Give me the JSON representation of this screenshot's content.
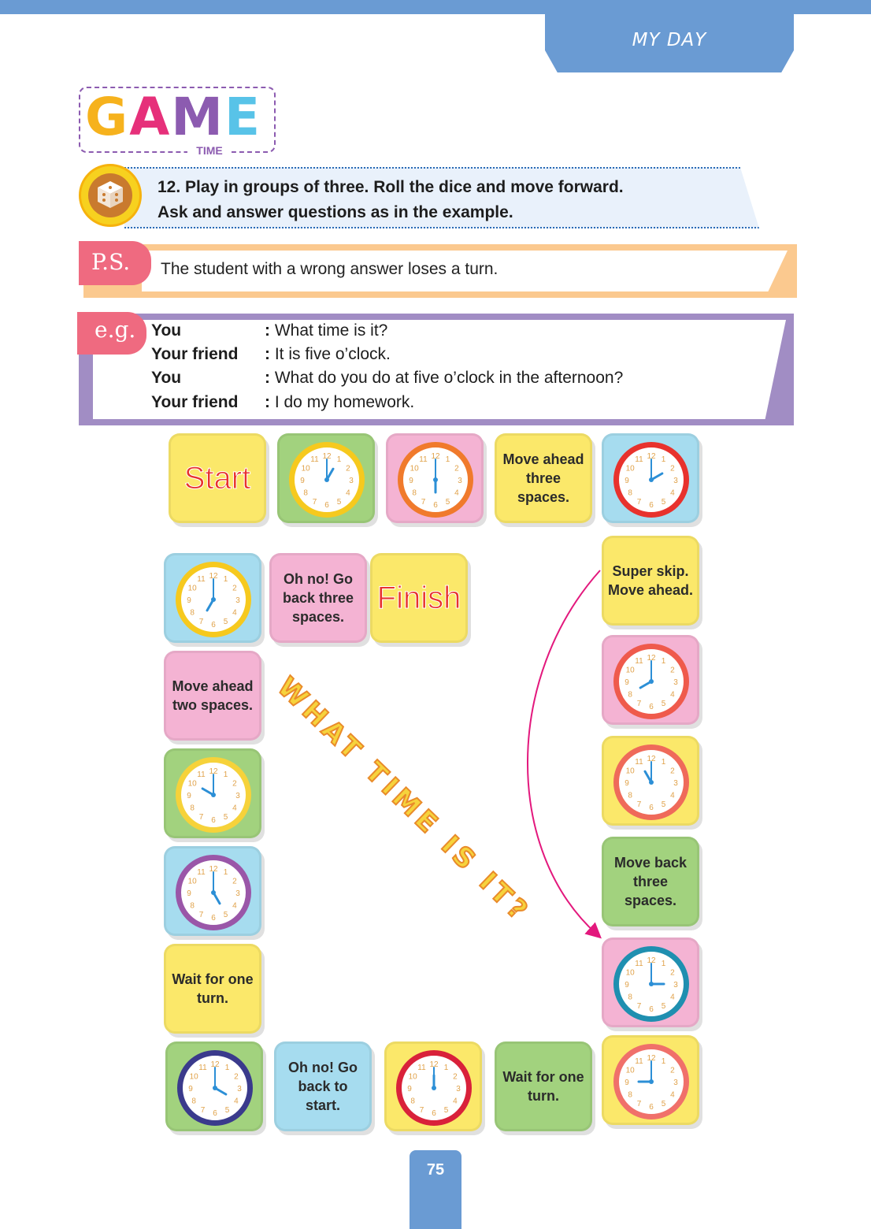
{
  "header": {
    "section_title": "MY DAY"
  },
  "logo": {
    "letters": [
      "G",
      "A",
      "M",
      "E"
    ],
    "letter_colors": [
      "#f6b21d",
      "#e6307a",
      "#8c5bb0",
      "#58c3e8"
    ],
    "sub": "TIME"
  },
  "task": {
    "line1": "12. Play in groups of three. Roll the dice and move forward.",
    "line2": "Ask and answer questions as in the example."
  },
  "ps": {
    "tag": "P.S.",
    "text": "The student with a wrong answer loses a turn."
  },
  "eg": {
    "tag": "e.g.",
    "lines": [
      {
        "speaker": "You",
        "text": "What time is it?"
      },
      {
        "speaker": "Your friend",
        "text": "It is five o’clock."
      },
      {
        "speaker": "You",
        "text": "What do you do at five o’clock in the afternoon?"
      },
      {
        "speaker": "Your friend",
        "text": "I do my homework."
      }
    ]
  },
  "board": {
    "title": "WHAT TIME IS IT?",
    "colors": {
      "yellow": "#fbe86a",
      "green": "#a2d27e",
      "pink": "#f4b3d3",
      "blue": "#a6dcef"
    },
    "tiles": [
      {
        "id": "t1",
        "bg": "yellow",
        "text": "Start",
        "style": "big"
      },
      {
        "id": "t2",
        "bg": "green",
        "clock": {
          "hour": 1,
          "minute": 0,
          "ring": "#f6c91e"
        }
      },
      {
        "id": "t3",
        "bg": "pink",
        "clock": {
          "hour": 6,
          "minute": 0,
          "ring": "#f07a2c"
        }
      },
      {
        "id": "t4",
        "bg": "yellow",
        "text": "Move ahead three spaces."
      },
      {
        "id": "t5",
        "bg": "blue",
        "clock": {
          "hour": 2,
          "minute": 0,
          "ring": "#e8322d"
        }
      },
      {
        "id": "t6",
        "bg": "blue",
        "clock": {
          "hour": 7,
          "minute": 0,
          "ring": "#f6c91e"
        }
      },
      {
        "id": "t7",
        "bg": "pink",
        "text": "Oh no! Go back three spaces."
      },
      {
        "id": "t8",
        "bg": "yellow",
        "text": "Finish",
        "style": "big"
      },
      {
        "id": "t9",
        "bg": "yellow",
        "text": "Super skip. Move ahead."
      },
      {
        "id": "t10",
        "bg": "pink",
        "text": "Move ahead two spaces."
      },
      {
        "id": "t11",
        "bg": "pink",
        "clock": {
          "hour": 8,
          "minute": 0,
          "ring": "#ef5a4c"
        }
      },
      {
        "id": "t12",
        "bg": "green",
        "clock": {
          "hour": 10,
          "minute": 0,
          "ring": "#f6d23a"
        }
      },
      {
        "id": "t13",
        "bg": "yellow",
        "clock": {
          "hour": 11,
          "minute": 0,
          "ring": "#ef6a5a"
        }
      },
      {
        "id": "t14",
        "bg": "blue",
        "clock": {
          "hour": 5,
          "minute": 0,
          "ring": "#9a56a8"
        }
      },
      {
        "id": "t15",
        "bg": "green",
        "text": "Move back three spaces."
      },
      {
        "id": "t16",
        "bg": "yellow",
        "text": "Wait for one turn."
      },
      {
        "id": "t17",
        "bg": "pink",
        "clock": {
          "hour": 3,
          "minute": 0,
          "ring": "#1f8fb0"
        }
      },
      {
        "id": "t18",
        "bg": "green",
        "clock": {
          "hour": 4,
          "minute": 0,
          "ring": "#3a3a8c"
        }
      },
      {
        "id": "t19",
        "bg": "blue",
        "text": "Oh no! Go back to start."
      },
      {
        "id": "t20",
        "bg": "yellow",
        "clock": {
          "hour": 12,
          "minute": 0,
          "ring": "#d9213a"
        }
      },
      {
        "id": "t21",
        "bg": "green",
        "text": "Wait for one turn."
      },
      {
        "id": "t22",
        "bg": "yellow",
        "clock": {
          "hour": 9,
          "minute": 0,
          "ring": "#f0706a"
        }
      }
    ]
  },
  "footer": {
    "page_number": "75"
  }
}
